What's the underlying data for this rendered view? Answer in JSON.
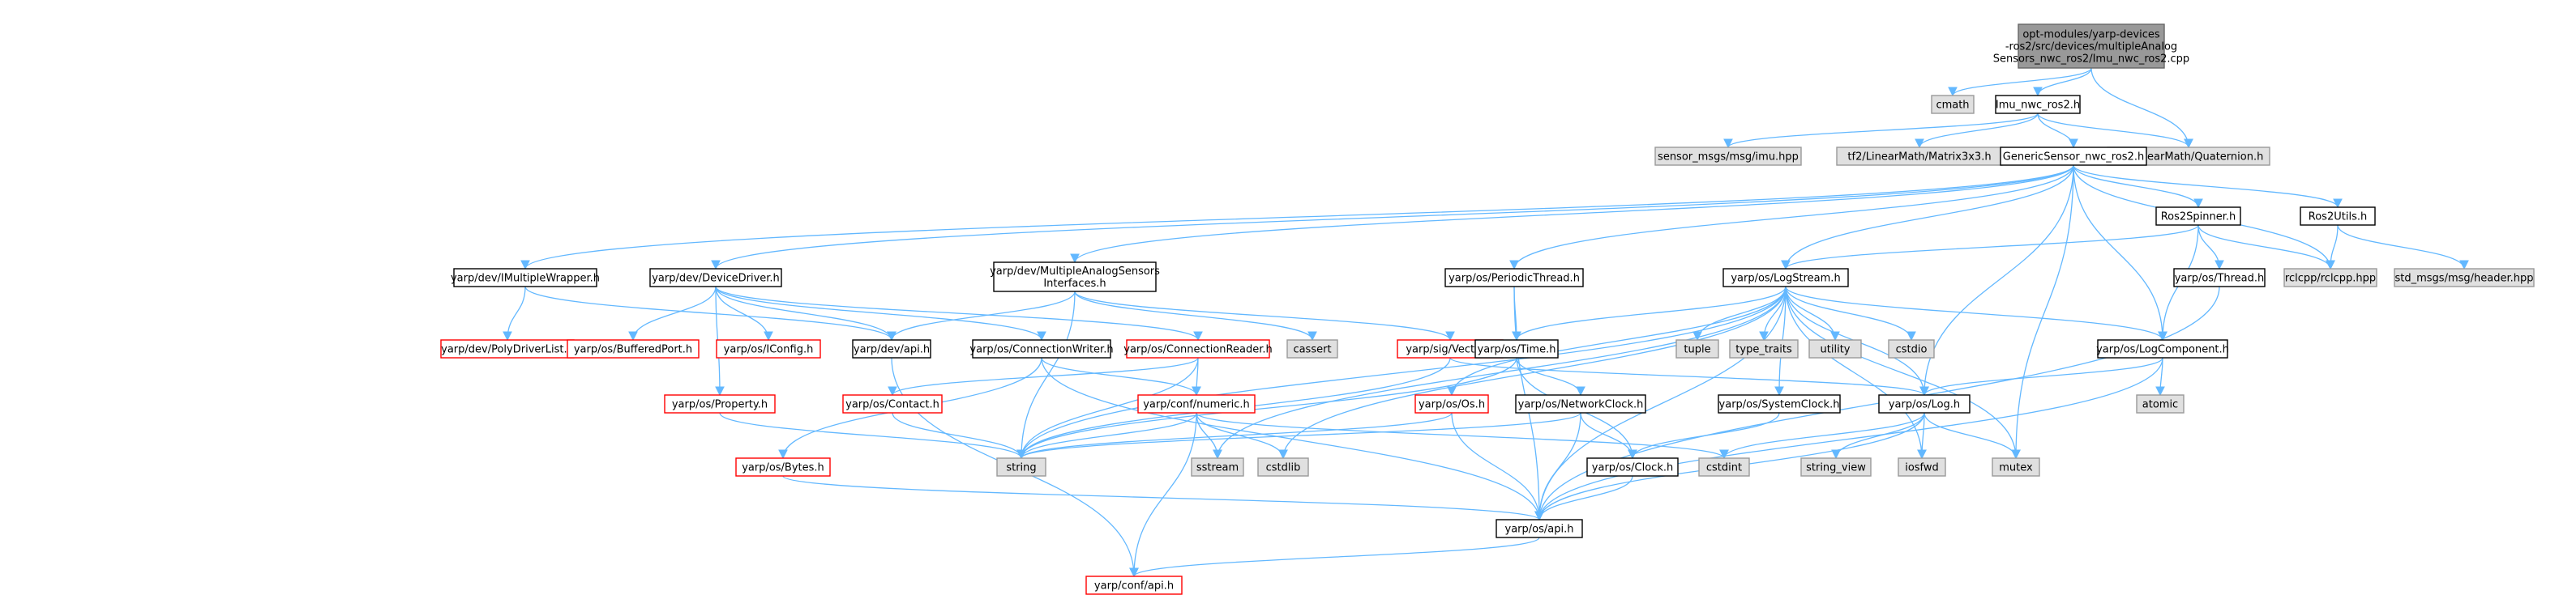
{
  "colors": {
    "edge": "#63b8ff",
    "root_fill": "#999999",
    "root_stroke": "#666666",
    "normal_fill": "#ffffff",
    "normal_stroke": "#000000",
    "external_fill": "#e0e0e0",
    "external_stroke": "#999999",
    "truncated_fill": "#ffffff",
    "truncated_stroke": "#ff0000"
  },
  "nodes": [
    {
      "id": "root",
      "lines": [
        "opt-modules/yarp-devices",
        "-ros2/src/devices/multipleAnalog",
        "Sensors_nwc_ros2/Imu_nwc_ros2.cpp"
      ],
      "kind": "root"
    },
    {
      "id": "cmath",
      "lines": [
        "cmath"
      ],
      "kind": "external"
    },
    {
      "id": "imuh",
      "lines": [
        "Imu_nwc_ros2.h"
      ],
      "kind": "normal"
    },
    {
      "id": "quat",
      "lines": [
        "tf2/LinearMath/Quaternion.h"
      ],
      "kind": "external"
    },
    {
      "id": "msgimu",
      "lines": [
        "sensor_msgs/msg/imu.hpp"
      ],
      "kind": "external"
    },
    {
      "id": "matrix",
      "lines": [
        "tf2/LinearMath/Matrix3x3.h"
      ],
      "kind": "external"
    },
    {
      "id": "generic",
      "lines": [
        "GenericSensor_nwc_ros2.h"
      ],
      "kind": "normal"
    },
    {
      "id": "spinner",
      "lines": [
        "Ros2Spinner.h"
      ],
      "kind": "normal"
    },
    {
      "id": "utils",
      "lines": [
        "Ros2Utils.h"
      ],
      "kind": "normal"
    },
    {
      "id": "imultiple",
      "lines": [
        "yarp/dev/IMultipleWrapper.h"
      ],
      "kind": "normal"
    },
    {
      "id": "devdriver",
      "lines": [
        "yarp/dev/DeviceDriver.h"
      ],
      "kind": "normal"
    },
    {
      "id": "masi",
      "lines": [
        "yarp/dev/MultipleAnalogSensors",
        "Interfaces.h"
      ],
      "kind": "normal"
    },
    {
      "id": "periodic",
      "lines": [
        "yarp/os/PeriodicThread.h"
      ],
      "kind": "normal"
    },
    {
      "id": "logstream",
      "lines": [
        "yarp/os/LogStream.h"
      ],
      "kind": "normal"
    },
    {
      "id": "thread",
      "lines": [
        "yarp/os/Thread.h"
      ],
      "kind": "normal"
    },
    {
      "id": "rclcpp",
      "lines": [
        "rclcpp/rclcpp.hpp"
      ],
      "kind": "external"
    },
    {
      "id": "header",
      "lines": [
        "std_msgs/msg/header.hpp"
      ],
      "kind": "external"
    },
    {
      "id": "polydriver",
      "lines": [
        "yarp/dev/PolyDriverList.h"
      ],
      "kind": "truncated"
    },
    {
      "id": "bufport",
      "lines": [
        "yarp/os/BufferedPort.h"
      ],
      "kind": "truncated"
    },
    {
      "id": "iconfig",
      "lines": [
        "yarp/os/IConfig.h"
      ],
      "kind": "truncated"
    },
    {
      "id": "devapi",
      "lines": [
        "yarp/dev/api.h"
      ],
      "kind": "normal"
    },
    {
      "id": "connwriter",
      "lines": [
        "yarp/os/ConnectionWriter.h"
      ],
      "kind": "normal"
    },
    {
      "id": "connreader",
      "lines": [
        "yarp/os/ConnectionReader.h"
      ],
      "kind": "truncated"
    },
    {
      "id": "cassert",
      "lines": [
        "cassert"
      ],
      "kind": "external"
    },
    {
      "id": "vector",
      "lines": [
        "yarp/sig/Vector.h"
      ],
      "kind": "truncated"
    },
    {
      "id": "time",
      "lines": [
        "yarp/os/Time.h"
      ],
      "kind": "normal"
    },
    {
      "id": "tuple",
      "lines": [
        "tuple"
      ],
      "kind": "external"
    },
    {
      "id": "typetraits",
      "lines": [
        "type_traits"
      ],
      "kind": "external"
    },
    {
      "id": "utility",
      "lines": [
        "utility"
      ],
      "kind": "external"
    },
    {
      "id": "cstdio",
      "lines": [
        "cstdio"
      ],
      "kind": "external"
    },
    {
      "id": "logcomp",
      "lines": [
        "yarp/os/LogComponent.h"
      ],
      "kind": "normal"
    },
    {
      "id": "property",
      "lines": [
        "yarp/os/Property.h"
      ],
      "kind": "truncated"
    },
    {
      "id": "contact",
      "lines": [
        "yarp/os/Contact.h"
      ],
      "kind": "truncated"
    },
    {
      "id": "numeric",
      "lines": [
        "yarp/conf/numeric.h"
      ],
      "kind": "truncated"
    },
    {
      "id": "osh",
      "lines": [
        "yarp/os/Os.h"
      ],
      "kind": "truncated"
    },
    {
      "id": "netclock",
      "lines": [
        "yarp/os/NetworkClock.h"
      ],
      "kind": "normal"
    },
    {
      "id": "sysclock",
      "lines": [
        "yarp/os/SystemClock.h"
      ],
      "kind": "normal"
    },
    {
      "id": "log",
      "lines": [
        "yarp/os/Log.h"
      ],
      "kind": "normal"
    },
    {
      "id": "atomic",
      "lines": [
        "atomic"
      ],
      "kind": "external"
    },
    {
      "id": "bytes",
      "lines": [
        "yarp/os/Bytes.h"
      ],
      "kind": "truncated"
    },
    {
      "id": "string",
      "lines": [
        "string"
      ],
      "kind": "external"
    },
    {
      "id": "sstream",
      "lines": [
        "sstream"
      ],
      "kind": "external"
    },
    {
      "id": "cstdlib",
      "lines": [
        "cstdlib"
      ],
      "kind": "external"
    },
    {
      "id": "cstdint",
      "lines": [
        "cstdint"
      ],
      "kind": "external"
    },
    {
      "id": "clock",
      "lines": [
        "yarp/os/Clock.h"
      ],
      "kind": "normal"
    },
    {
      "id": "stringview",
      "lines": [
        "string_view"
      ],
      "kind": "external"
    },
    {
      "id": "iosfwd",
      "lines": [
        "iosfwd"
      ],
      "kind": "external"
    },
    {
      "id": "mutex",
      "lines": [
        "mutex"
      ],
      "kind": "external"
    },
    {
      "id": "osapi",
      "lines": [
        "yarp/os/api.h"
      ],
      "kind": "normal"
    },
    {
      "id": "confapi",
      "lines": [
        "yarp/conf/api.h"
      ],
      "kind": "truncated"
    }
  ],
  "edges": [
    [
      "root",
      "cmath"
    ],
    [
      "root",
      "imuh"
    ],
    [
      "root",
      "quat"
    ],
    [
      "imuh",
      "msgimu"
    ],
    [
      "imuh",
      "matrix"
    ],
    [
      "imuh",
      "quat"
    ],
    [
      "imuh",
      "generic"
    ],
    [
      "generic",
      "imultiple"
    ],
    [
      "generic",
      "devdriver"
    ],
    [
      "generic",
      "masi"
    ],
    [
      "generic",
      "periodic"
    ],
    [
      "generic",
      "logstream"
    ],
    [
      "generic",
      "spinner"
    ],
    [
      "generic",
      "utils"
    ],
    [
      "generic",
      "rclcpp"
    ],
    [
      "generic",
      "logcomp"
    ],
    [
      "generic",
      "log"
    ],
    [
      "generic",
      "mutex"
    ],
    [
      "spinner",
      "logstream"
    ],
    [
      "spinner",
      "thread"
    ],
    [
      "spinner",
      "rclcpp"
    ],
    [
      "spinner",
      "logcomp"
    ],
    [
      "utils",
      "rclcpp"
    ],
    [
      "utils",
      "header"
    ],
    [
      "imultiple",
      "polydriver"
    ],
    [
      "imultiple",
      "devapi"
    ],
    [
      "devdriver",
      "bufport"
    ],
    [
      "devdriver",
      "iconfig"
    ],
    [
      "devdriver",
      "devapi"
    ],
    [
      "devdriver",
      "connwriter"
    ],
    [
      "devdriver",
      "connreader"
    ],
    [
      "devdriver",
      "property"
    ],
    [
      "masi",
      "devapi"
    ],
    [
      "masi",
      "cassert"
    ],
    [
      "masi",
      "vector"
    ],
    [
      "masi",
      "string"
    ],
    [
      "periodic",
      "time"
    ],
    [
      "periodic",
      "osapi"
    ],
    [
      "logstream",
      "time"
    ],
    [
      "logstream",
      "tuple"
    ],
    [
      "logstream",
      "typetraits"
    ],
    [
      "logstream",
      "utility"
    ],
    [
      "logstream",
      "cstdio"
    ],
    [
      "logstream",
      "logcomp"
    ],
    [
      "logstream",
      "osh"
    ],
    [
      "logstream",
      "sysclock"
    ],
    [
      "logstream",
      "log"
    ],
    [
      "logstream",
      "string"
    ],
    [
      "logstream",
      "sstream"
    ],
    [
      "logstream",
      "cstdlib"
    ],
    [
      "logstream",
      "iosfwd"
    ],
    [
      "logstream",
      "mutex"
    ],
    [
      "logstream",
      "osapi"
    ],
    [
      "thread",
      "osapi"
    ],
    [
      "devapi",
      "confapi"
    ],
    [
      "connwriter",
      "numeric"
    ],
    [
      "connwriter",
      "bytes"
    ],
    [
      "connwriter",
      "osapi"
    ],
    [
      "connreader",
      "contact"
    ],
    [
      "connreader",
      "numeric"
    ],
    [
      "connreader",
      "string"
    ],
    [
      "vector",
      "log"
    ],
    [
      "vector",
      "string"
    ],
    [
      "time",
      "netclock"
    ],
    [
      "time",
      "clock"
    ],
    [
      "time",
      "string"
    ],
    [
      "logcomp",
      "log"
    ],
    [
      "logcomp",
      "atomic"
    ],
    [
      "logcomp",
      "osapi"
    ],
    [
      "property",
      "string"
    ],
    [
      "contact",
      "string"
    ],
    [
      "numeric",
      "string"
    ],
    [
      "numeric",
      "sstream"
    ],
    [
      "numeric",
      "cstdlib"
    ],
    [
      "numeric",
      "cstdint"
    ],
    [
      "numeric",
      "confapi"
    ],
    [
      "osh",
      "string"
    ],
    [
      "osh",
      "osapi"
    ],
    [
      "netclock",
      "clock"
    ],
    [
      "netclock",
      "string"
    ],
    [
      "netclock",
      "osapi"
    ],
    [
      "sysclock",
      "clock"
    ],
    [
      "log",
      "cstdint"
    ],
    [
      "log",
      "stringview"
    ],
    [
      "log",
      "iosfwd"
    ],
    [
      "log",
      "mutex"
    ],
    [
      "log",
      "osapi"
    ],
    [
      "bytes",
      "osapi"
    ],
    [
      "clock",
      "osapi"
    ],
    [
      "osapi",
      "confapi"
    ]
  ]
}
